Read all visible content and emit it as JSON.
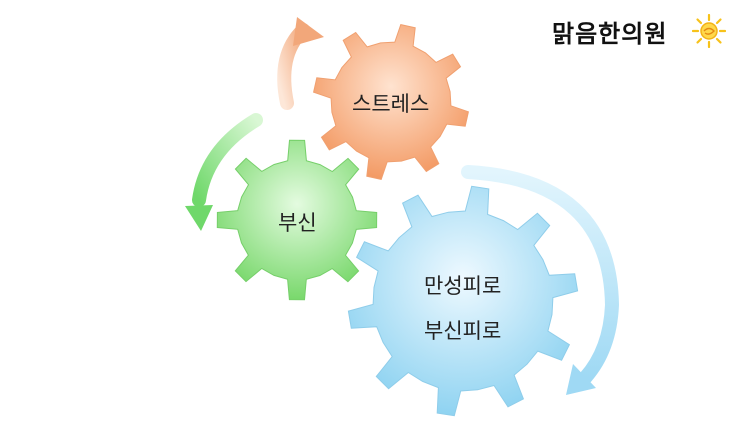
{
  "brand": {
    "name": "맑음한의원",
    "icon": "sun-icon",
    "icon_color": "#f7c21a"
  },
  "gears": {
    "stress": {
      "label": "스트레스",
      "color": "#f1a574"
    },
    "bushin": {
      "label": "부신",
      "color": "#8fe084"
    },
    "fatigue": {
      "line1": "만성피로",
      "line2": "부신피로",
      "color": "#a3dcf3"
    }
  },
  "arrows": {
    "orange": "#f4b48c",
    "green": "#8fe08c",
    "blue": "#b5e2f6"
  }
}
